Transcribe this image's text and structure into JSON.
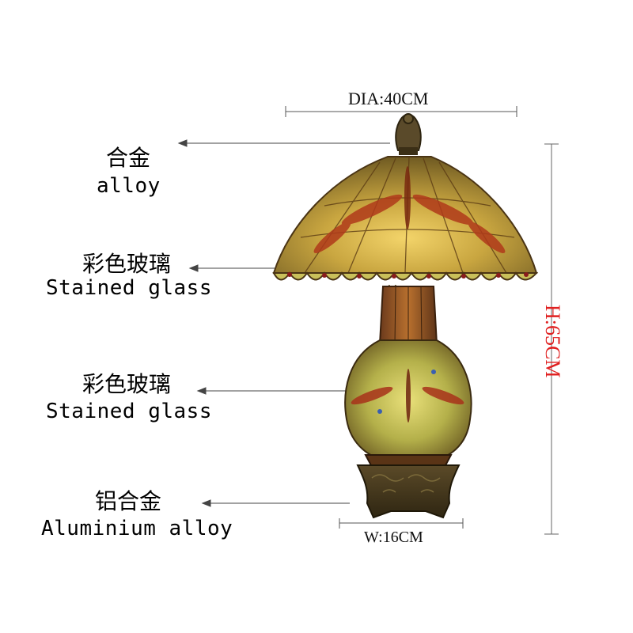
{
  "dimensions": {
    "diameter": "DIA:40CM",
    "height": "H:65CM",
    "width": "W:16CM"
  },
  "labels": [
    {
      "cn": "合金",
      "en": "alloy"
    },
    {
      "cn": "彩色玻璃",
      "en": "Stained glass"
    },
    {
      "cn": "彩色玻璃",
      "en": "Stained glass"
    },
    {
      "cn": "铝合金",
      "en": "Aluminium alloy"
    }
  ],
  "colors": {
    "height_text": "#e02020",
    "height_line": "#e02020",
    "guide_line": "#555555"
  }
}
